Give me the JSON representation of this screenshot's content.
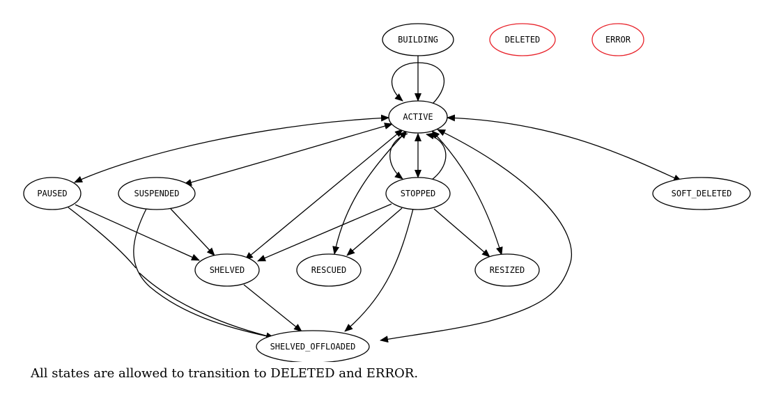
{
  "nodes": {
    "building": "BUILDING",
    "deleted": "DELETED",
    "error": "ERROR",
    "active": "ACTIVE",
    "paused": "PAUSED",
    "suspended": "SUSPENDED",
    "stopped": "STOPPED",
    "soft_deleted": "SOFT_DELETED",
    "shelved": "SHELVED",
    "rescued": "RESCUED",
    "resized": "RESIZED",
    "shelved_offloaded": "SHELVED_OFFLOADED"
  },
  "caption": "All states are allowed to transition to DELETED and ERROR.",
  "colors": {
    "default_stroke": "#000000",
    "terminal_stroke": "#e8222a"
  }
}
